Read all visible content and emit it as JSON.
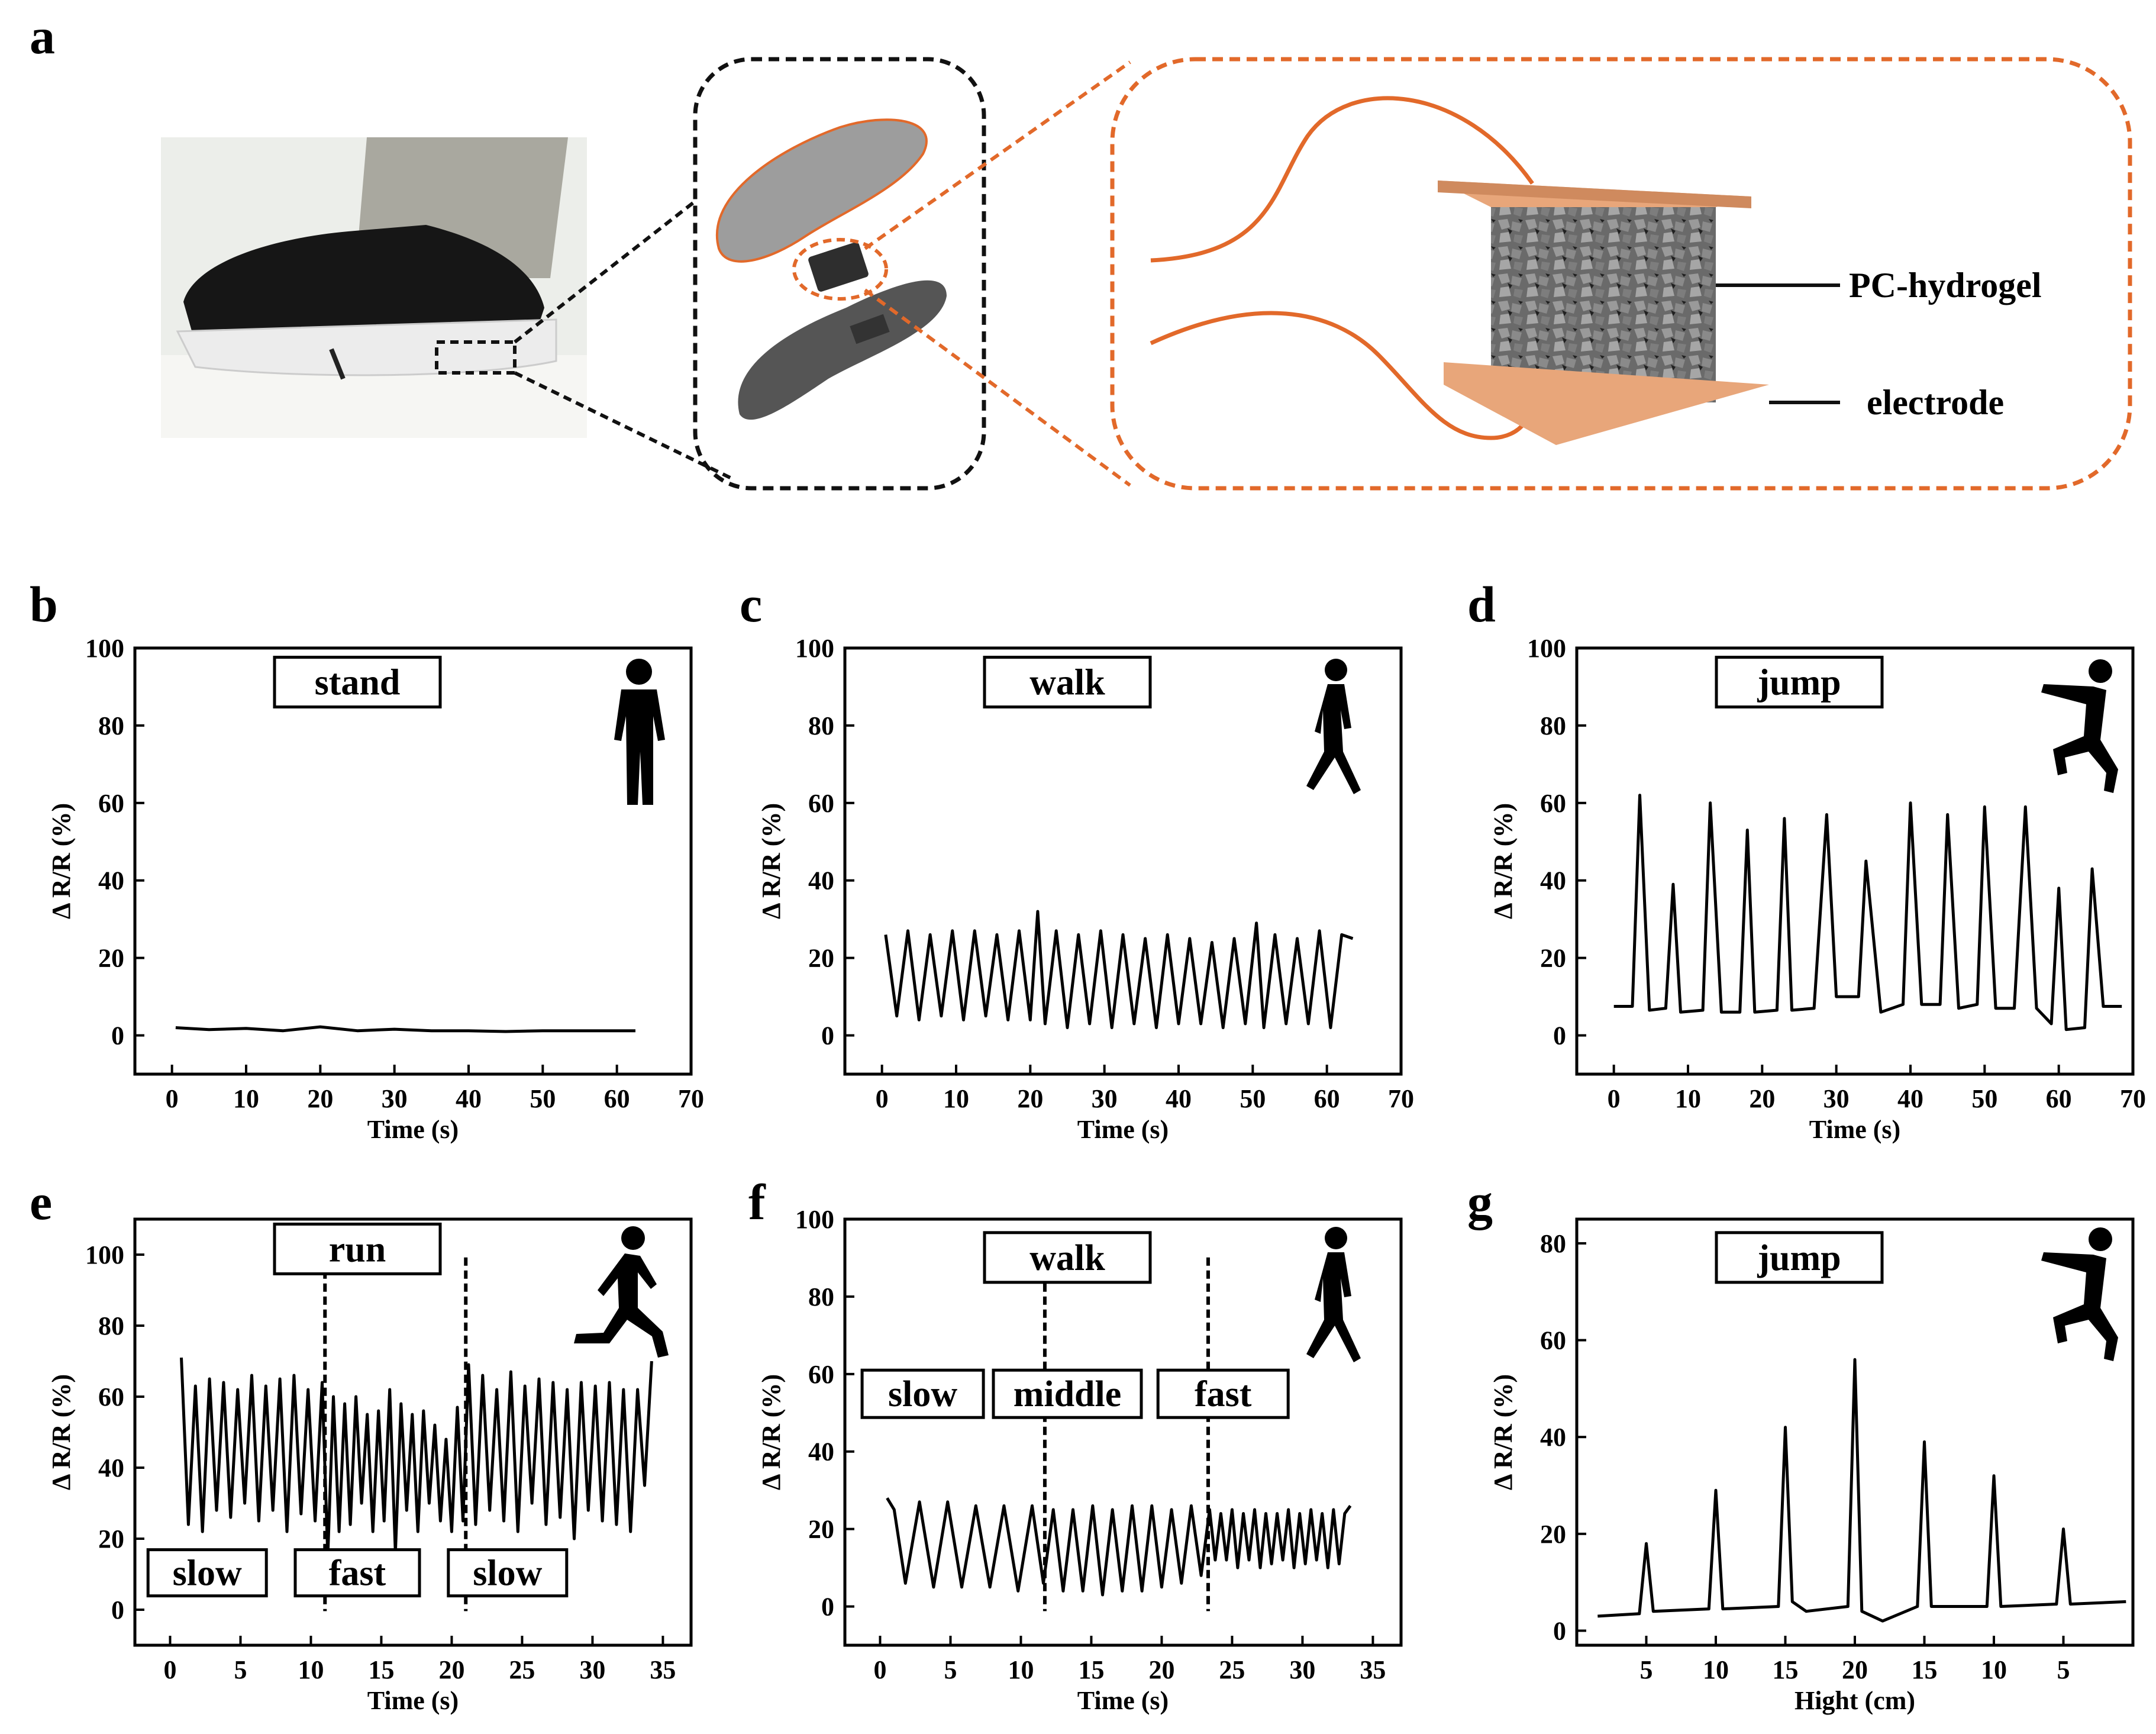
{
  "figure_labels": [
    "a",
    "b",
    "c",
    "d",
    "e",
    "f",
    "g"
  ],
  "panel_a": {
    "labels": {
      "hydrogel": "PC-hydrogel",
      "electrode": "electrode"
    },
    "colors": {
      "electrode": "#e8a67a",
      "wire": "#e2692a",
      "callout_dash": "#e2692a",
      "gel": "#555555"
    }
  },
  "colors": {
    "line": "#000000",
    "axis": "#000000"
  },
  "chart_data": [
    {
      "id": "b",
      "type": "line",
      "xlabel": "Time (s)",
      "ylabel": "Δ R/R (%)",
      "xlim": [
        -5,
        70
      ],
      "ylim": [
        -10,
        100
      ],
      "xticks": [
        0,
        10,
        20,
        30,
        40,
        50,
        60,
        70
      ],
      "yticks": [
        0,
        20,
        40,
        60,
        80,
        100
      ],
      "box_labels": [
        "stand"
      ],
      "icon": "standing-person-icon",
      "series": [
        {
          "x": [
            0.5,
            5,
            10,
            15,
            20,
            25,
            30,
            35,
            40,
            45,
            50,
            55,
            60,
            62.5
          ],
          "y": [
            2,
            1.5,
            1.8,
            1.2,
            2.2,
            1.2,
            1.6,
            1.2,
            1.2,
            1.0,
            1.2,
            1.2,
            1.2,
            1.2
          ]
        }
      ],
      "dividers": []
    },
    {
      "id": "c",
      "type": "line",
      "xlabel": "Time (s)",
      "ylabel": "Δ R/R (%)",
      "xlim": [
        -5,
        70
      ],
      "ylim": [
        -10,
        100
      ],
      "xticks": [
        0,
        10,
        20,
        30,
        40,
        50,
        60,
        70
      ],
      "yticks": [
        0,
        20,
        40,
        60,
        80,
        100
      ],
      "box_labels": [
        "walk"
      ],
      "icon": "walking-person-icon",
      "series": [
        {
          "x": [
            0.5,
            2,
            3.5,
            5,
            6.5,
            8,
            9.5,
            11,
            12.5,
            14,
            15.5,
            17,
            18.5,
            20,
            21,
            22,
            23.5,
            25,
            26.5,
            28,
            29.5,
            31,
            32.5,
            34,
            35.5,
            37,
            38.5,
            40,
            41.5,
            43,
            44.5,
            46,
            47.5,
            49,
            50.5,
            51.5,
            53,
            54.5,
            56,
            57.5,
            59,
            60.5,
            62,
            63.5
          ],
          "y": [
            26,
            5,
            27,
            4,
            26,
            5,
            27,
            4,
            27,
            5,
            26,
            4,
            27,
            4,
            32,
            3,
            27,
            2,
            26,
            3,
            27,
            2,
            26,
            3,
            25,
            2,
            26,
            3,
            25,
            3,
            24,
            2,
            25,
            3,
            29,
            2,
            26,
            3,
            25,
            3,
            27,
            2,
            26,
            25
          ]
        }
      ],
      "dividers": []
    },
    {
      "id": "d",
      "type": "line",
      "xlabel": "Time (s)",
      "ylabel": "Δ R/R (%)",
      "xlim": [
        -5,
        70
      ],
      "ylim": [
        -10,
        100
      ],
      "xticks": [
        0,
        10,
        20,
        30,
        40,
        50,
        60,
        70
      ],
      "yticks": [
        0,
        20,
        40,
        60,
        80,
        100
      ],
      "box_labels": [
        "jump"
      ],
      "icon": "jumping-person-icon",
      "series": [
        {
          "x": [
            0,
            2.5,
            3.5,
            4.8,
            7,
            8,
            9,
            12,
            13,
            14.5,
            17,
            18,
            19,
            22,
            23,
            24,
            27,
            28.7,
            30,
            33,
            34,
            36,
            39,
            40,
            41.5,
            44,
            45,
            46.5,
            49,
            50,
            51.5,
            54,
            55.5,
            57,
            59,
            60,
            61,
            63.5,
            64.5,
            66,
            68.5
          ],
          "y": [
            7.5,
            7.5,
            62,
            6.5,
            7,
            39,
            6,
            6.5,
            60,
            6,
            6,
            53,
            6,
            6.5,
            56,
            6.5,
            7,
            57,
            10,
            10,
            45,
            6,
            8,
            60,
            8,
            8,
            57,
            7,
            8,
            59,
            7,
            7,
            59,
            7,
            3,
            38,
            1.5,
            2,
            43,
            7.5,
            7.5
          ]
        }
      ],
      "dividers": []
    },
    {
      "id": "e",
      "type": "line",
      "xlabel": "Time (s)",
      "ylabel": "Δ R/R (%)",
      "xlim": [
        -2.5,
        37
      ],
      "ylim": [
        -10,
        110
      ],
      "xticks": [
        0,
        5,
        10,
        15,
        20,
        25,
        30,
        35
      ],
      "yticks": [
        0,
        20,
        40,
        60,
        80,
        100
      ],
      "box_labels": [
        "run",
        "slow",
        "fast",
        "slow"
      ],
      "icon": "running-person-icon",
      "series": [
        {
          "x": [
            0.8,
            1.3,
            1.8,
            2.3,
            2.8,
            3.3,
            3.8,
            4.3,
            4.8,
            5.3,
            5.8,
            6.3,
            6.8,
            7.3,
            7.8,
            8.3,
            8.8,
            9.3,
            9.8,
            10.3,
            10.8,
            11.2,
            11.6,
            12.0,
            12.4,
            12.8,
            13.2,
            13.6,
            14.0,
            14.4,
            14.8,
            15.2,
            15.6,
            16.0,
            16.4,
            16.8,
            17.2,
            17.6,
            18.0,
            18.4,
            18.8,
            19.2,
            19.6,
            20.0,
            20.4,
            20.8,
            21.2,
            21.7,
            22.2,
            22.7,
            23.2,
            23.7,
            24.2,
            24.7,
            25.2,
            25.7,
            26.2,
            26.7,
            27.2,
            27.7,
            28.2,
            28.7,
            29.2,
            29.7,
            30.2,
            30.7,
            31.2,
            31.7,
            32.2,
            32.7,
            33.2,
            33.7,
            34.2
          ],
          "y": [
            71,
            24,
            63,
            22,
            65,
            28,
            64,
            26,
            62,
            30,
            66,
            25,
            63,
            28,
            65,
            22,
            66,
            27,
            62,
            25,
            64,
            15,
            60,
            22,
            58,
            24,
            60,
            30,
            55,
            22,
            56,
            25,
            62,
            16,
            58,
            28,
            55,
            22,
            56,
            30,
            52,
            25,
            48,
            22,
            57,
            25,
            69,
            24,
            66,
            28,
            62,
            25,
            67,
            22,
            63,
            30,
            65,
            24,
            64,
            26,
            62,
            20,
            64,
            28,
            63,
            25,
            64,
            24,
            62,
            22,
            62,
            35,
            70
          ]
        }
      ],
      "dividers": [
        11,
        21
      ]
    },
    {
      "id": "f",
      "type": "line",
      "xlabel": "Time (s)",
      "ylabel": "Δ R/R (%)",
      "xlim": [
        -2.5,
        37
      ],
      "ylim": [
        -10,
        100
      ],
      "xticks": [
        0,
        5,
        10,
        15,
        20,
        25,
        30,
        35
      ],
      "yticks": [
        0,
        20,
        40,
        60,
        80,
        100
      ],
      "box_labels": [
        "walk",
        "slow",
        "middle",
        "fast"
      ],
      "icon": "walking-person-icon",
      "series": [
        {
          "x": [
            0.5,
            1,
            1.8,
            2.8,
            3.8,
            4.8,
            5.8,
            6.8,
            7.8,
            8.8,
            9.8,
            10.8,
            11.6,
            12.3,
            13.0,
            13.7,
            14.4,
            15.1,
            15.8,
            16.5,
            17.2,
            17.9,
            18.6,
            19.3,
            20.0,
            20.7,
            21.4,
            22.1,
            22.8,
            23.4,
            23.8,
            24.2,
            24.6,
            25.0,
            25.4,
            25.8,
            26.2,
            26.6,
            27.0,
            27.4,
            27.8,
            28.2,
            28.6,
            29.0,
            29.4,
            29.8,
            30.2,
            30.6,
            31.0,
            31.4,
            31.8,
            32.2,
            32.6,
            33.0,
            33.4
          ],
          "y": [
            28,
            25,
            6,
            27,
            5,
            27,
            5,
            26,
            5,
            26,
            4,
            26,
            6,
            25,
            4,
            25,
            4,
            26,
            3,
            25,
            4,
            26,
            4,
            26,
            5,
            25,
            6,
            26,
            8,
            25,
            12,
            24,
            12,
            25,
            10,
            24,
            12,
            25,
            10,
            24,
            11,
            24,
            12,
            25,
            10,
            24,
            11,
            25,
            12,
            24,
            10,
            25,
            11,
            24,
            26
          ]
        }
      ],
      "dividers": [
        11.7,
        23.3
      ]
    },
    {
      "id": "g",
      "type": "line",
      "xlabel": "Hight (cm)",
      "ylabel": "Δ R/R (%)",
      "xlim": [
        0,
        8
      ],
      "ylim": [
        -3,
        85
      ],
      "xticks": [
        1,
        2,
        3,
        4,
        5,
        6,
        7
      ],
      "xticklabels": [
        "5",
        "10",
        "15",
        "20",
        "15",
        "10",
        "5"
      ],
      "yticks": [
        0,
        20,
        40,
        60,
        80
      ],
      "box_labels": [
        "jump"
      ],
      "icon": "jumping-person-icon",
      "series": [
        {
          "x": [
            0.3,
            0.9,
            1.0,
            1.1,
            1.9,
            2.0,
            2.1,
            2.9,
            3.0,
            3.1,
            3.3,
            3.9,
            4.0,
            4.1,
            4.4,
            4.9,
            5.0,
            5.1,
            5.9,
            6.0,
            6.1,
            6.9,
            7.0,
            7.1,
            7.9
          ],
          "y": [
            3,
            3.5,
            18,
            4,
            4.5,
            29,
            4.5,
            5,
            42,
            6,
            4,
            5,
            56,
            4,
            2,
            5,
            39,
            5,
            5,
            32,
            5,
            5.5,
            21,
            5.5,
            6
          ]
        }
      ],
      "dividers": []
    }
  ]
}
